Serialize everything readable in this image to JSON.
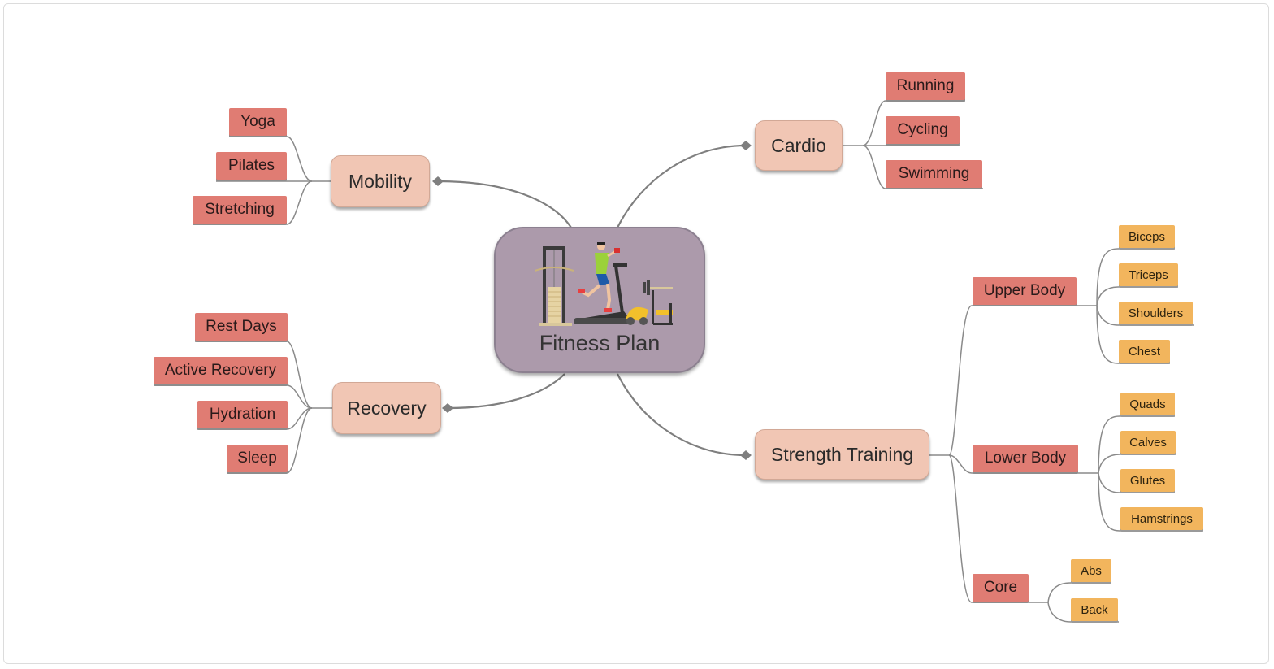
{
  "colors": {
    "center": "#ac9aab",
    "main_topic": "#f1c6b4",
    "subtopic": "#e07c73",
    "leaf": "#f2b55d",
    "connector": "#7f7f7f"
  },
  "mindmap": {
    "center": {
      "title": "Fitness Plan",
      "icon": "gym-treadmill-runner-illustration"
    },
    "branches": {
      "mobility": {
        "label": "Mobility",
        "items": [
          "Yoga",
          "Pilates",
          "Stretching"
        ]
      },
      "recovery": {
        "label": "Recovery",
        "items": [
          "Rest Days",
          "Active Recovery",
          "Hydration",
          "Sleep"
        ]
      },
      "cardio": {
        "label": "Cardio",
        "items": [
          "Running",
          "Cycling",
          "Swimming"
        ]
      },
      "strength": {
        "label": "Strength Training",
        "groups": {
          "upper": {
            "label": "Upper Body",
            "items": [
              "Biceps",
              "Triceps",
              "Shoulders",
              "Chest"
            ]
          },
          "lower": {
            "label": "Lower Body",
            "items": [
              "Quads",
              "Calves",
              "Glutes",
              "Hamstrings"
            ]
          },
          "core": {
            "label": "Core",
            "items": [
              "Abs",
              "Back"
            ]
          }
        }
      }
    }
  }
}
